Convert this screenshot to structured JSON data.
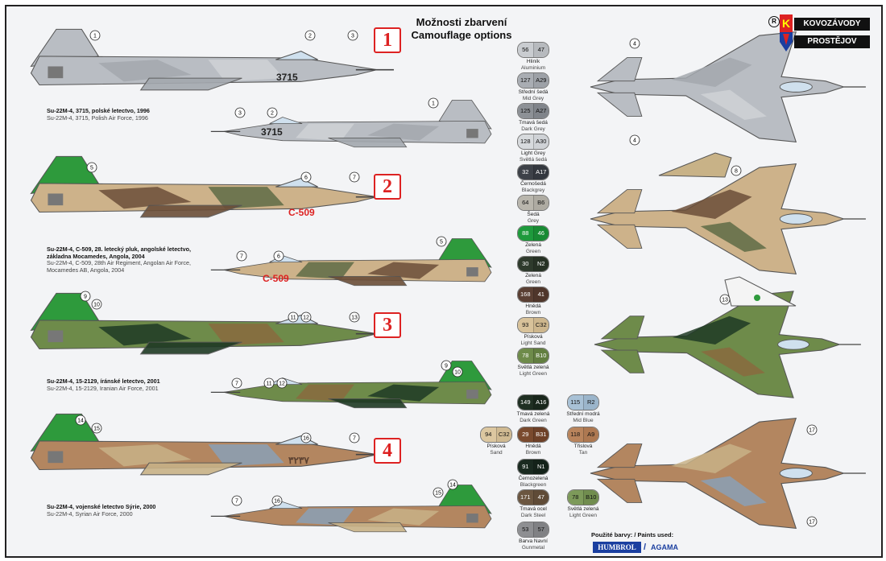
{
  "title": {
    "cz": "Možnosti zbarvení",
    "en": "Camouflage options"
  },
  "logo": {
    "registered": "R",
    "k_letter": "K",
    "top": "KOVOZÁVODY",
    "bottom": "PROSTĚJOV"
  },
  "options": [
    {
      "number": "1",
      "cz": "Su-22M-4, 3715, polské letectvo, 1996",
      "en": "Su-22M-4, 3715, Polish Air Force, 1996",
      "serial": "3715"
    },
    {
      "number": "2",
      "cz": "Su-22M-4, C-509, 28. letecký pluk, angolské letectvo, základna Mocamedes, Angola, 2004",
      "cz1": "Su-22M-4, C-509, 28. letecký pluk, angolské letectvo,",
      "cz2": "základna Mocamedes, Angola, 2004",
      "en1": "Su-22M-4, C-509, 28th Air Regiment, Angolan Air Force,",
      "en2": "Mocamedes  AB, Angola, 2004",
      "serial": "C-509"
    },
    {
      "number": "3",
      "cz": "Su-22M-4, 15-2129, íránské letectvo, 2001",
      "en": "Su-22M-4, 15-2129, Iranian Air Force, 2001"
    },
    {
      "number": "4",
      "cz": "Su-22M-4, vojenské letectvo Sýrie, 2000",
      "en": "Su-22M-4, Syrian  Air Force, 2000",
      "serial": "٣٢٣٧"
    }
  ],
  "callouts": [
    "1",
    "2",
    "3",
    "4",
    "5",
    "6",
    "7",
    "8",
    "9",
    "10",
    "11",
    "12",
    "13",
    "14",
    "15",
    "16",
    "17"
  ],
  "swatches": [
    {
      "a": "56",
      "b": "47",
      "cz": "Hliník",
      "en": "Aluminium",
      "ca": "#c9ccd0",
      "cb": "#b7babe"
    },
    {
      "a": "127",
      "b": "A29",
      "cz": "Střední šedá",
      "en": "Mid Grey",
      "ca": "#a9adb3",
      "cb": "#9da1a7"
    },
    {
      "a": "125",
      "b": "A27",
      "cz": "Tmavá šedá",
      "en": "Dark Grey",
      "ca": "#8d9196",
      "cb": "#80848a"
    },
    {
      "a": "128",
      "b": "A30",
      "cz": "Light Grey",
      "en": "Světlá šedá",
      "ca": "#d7dadd",
      "cb": "#cfd2d6"
    },
    {
      "a": "32",
      "b": "A17",
      "cz": "Černošedá",
      "en": "Blackgrey",
      "ca": "#3d4148",
      "cb": "#33373e"
    },
    {
      "a": "64",
      "b": "B6",
      "cz": "Šedá",
      "en": "Grey",
      "ca": "#b9b6ad",
      "cb": "#aeaba2"
    },
    {
      "a": "88",
      "b": "46",
      "cz": "Zelená",
      "en": "Green",
      "ca": "#1e9a3c",
      "cb": "#188a33"
    },
    {
      "a": "30",
      "b": "N2",
      "cz": "Zelená",
      "en": "Green",
      "ca": "#2e3a2c",
      "cb": "#263124"
    },
    {
      "a": "168",
      "b": "41",
      "cz": "Hnědá",
      "en": "Brown",
      "ca": "#5a3f33",
      "cb": "#4f362b"
    },
    {
      "a": "93",
      "b": "C32",
      "cz": "Písková",
      "en": "Light Sand",
      "ca": "#d8c29a",
      "cb": "#cdb68d"
    },
    {
      "a": "78",
      "b": "B10",
      "cz": "Světlá zelená",
      "en": "Light Green",
      "ca": "#6e8b4a",
      "cb": "#627e40"
    },
    {
      "a": "149",
      "b": "A16",
      "cz": "Tmavá zelená",
      "en": "Dark Green",
      "ca": "#1f2f22",
      "cb": "#18261b"
    },
    {
      "a": "29",
      "b": "B31",
      "cz": "Hnědá",
      "en": "Brown",
      "ca": "#7a4a2e",
      "cb": "#6d4027"
    },
    {
      "a": "91",
      "b": "N1",
      "cz": "Černozelená",
      "en": "Blackgreen",
      "ca": "#1a2a20",
      "cb": "#142219"
    },
    {
      "a": "171",
      "b": "47",
      "cz": "Tmavá ocel",
      "en": "Dark Steel",
      "ca": "#6b5640",
      "cb": "#5f4b37"
    },
    {
      "a": "53",
      "b": "57",
      "cz": "Barva Navní",
      "en": "Gunmetal",
      "ca": "#8e8f92",
      "cb": "#808184"
    },
    {
      "a": "115",
      "b": "R2",
      "cz": "Střední modrá",
      "en": "Mid Blue",
      "ca": "#a8c1d6",
      "cb": "#9bb5cb"
    },
    {
      "a": "118",
      "b": "A9",
      "cz": "Třislová",
      "en": "Tan",
      "ca": "#b9845c",
      "cb": "#ad7851"
    },
    {
      "a": "94",
      "b": "C32",
      "cz": "Písková",
      "en": "Sand",
      "ca": "#dcc7a0",
      "cb": "#d0ba92"
    },
    {
      "a": "78",
      "b": "B10",
      "cz": "Světlá zelená",
      "en": "Light Green",
      "ca": "#7d9a5a",
      "cb": "#718d4f"
    }
  ],
  "paints": {
    "label": "Použité barvy: / Paints used:",
    "humbrol": "HUMBROL",
    "slash": "/",
    "agama": "AGAMA"
  },
  "colors": {
    "border": "#222222",
    "accent_red": "#dd2222",
    "humbrol_blue": "#1b3fa0"
  }
}
